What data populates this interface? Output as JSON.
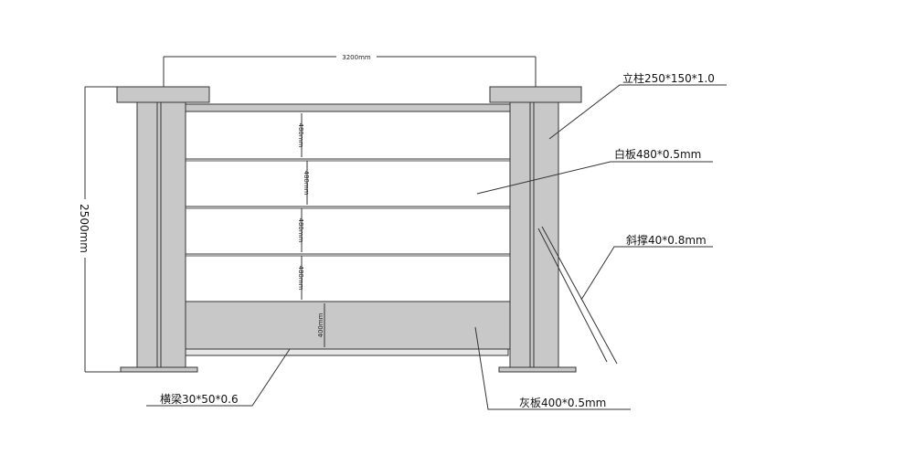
{
  "dimensions": {
    "width_label": "3200mm",
    "height_label": "2500mm"
  },
  "panel_height_labels": [
    "480mm",
    "480mm",
    "480mm",
    "480mm",
    "400mm"
  ],
  "callouts": {
    "post": "立柱250*150*1.0",
    "white_panel": "白板480*0.5mm",
    "brace": "斜撑40*0.8mm",
    "beam": "横梁30*50*0.6",
    "gray_panel": "灰板400*0.5mm"
  },
  "colors": {
    "steel": "#c8c8c8",
    "line": "#333333",
    "white_panel": "#ffffff"
  }
}
